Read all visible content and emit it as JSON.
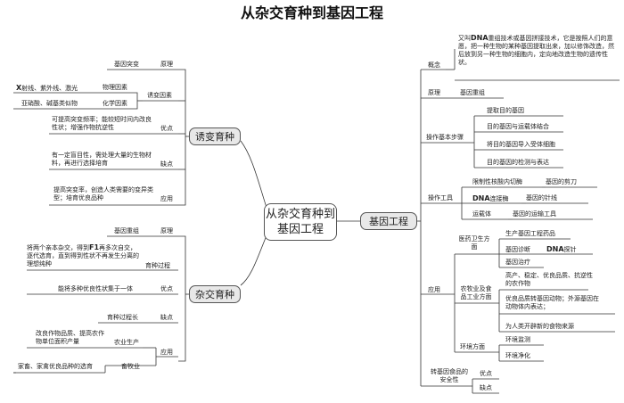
{
  "title": "从杂交育种到基因工程",
  "center": "从杂交育种到基因工程",
  "hubs": {
    "mutation": "诱变育种",
    "cross": "杂交育种",
    "genetic": "基因工程"
  },
  "mutation": {
    "principle": "原理",
    "principle_value": "基因突变",
    "factors_label": "诱变因素",
    "physical_label": "物理因素",
    "physical_value_prefix": "X",
    "physical_value_rest": "射线、紫外线、激光",
    "chemical_label": "化学因素",
    "chemical_value": "亚硝酸、碱基类似物",
    "advantage_label": "优点",
    "advantage_text": "可提高突变频率；能较短时间内改良性状；增强作物抗逆性",
    "disadvantage_label": "缺点",
    "disadvantage_text": "有一定盲目性，需处理大量的生物材料，再进行选择培育",
    "application_label": "应用",
    "application_text": "提高突变率，创造人类需要的变异类型；培育优良品种"
  },
  "cross": {
    "principle_label": "原理",
    "principle_value": "基因重组",
    "process_label": "育种过程",
    "process_text_1": "将两个亲本杂交，得到",
    "process_F1": "F1",
    "process_text_2": "再多次自交，逐代选育，直到得到性状不再发生分离的理想纯种",
    "advantage_label": "优点",
    "advantage_text": "能将多种优良性状集于一体",
    "disadvantage_label": "缺点",
    "disadvantage_value": "育种过程长",
    "application_label": "应用",
    "agri_label": "农业生产",
    "agri_text": "改良作物品质、提高农作物单位面积产量",
    "animal_label": "畜牧业",
    "animal_text": "家畜、家禽优良品种的选育"
  },
  "genetic": {
    "concept_label": "概念",
    "concept_text_1": "又叫",
    "concept_DNA": "DNA",
    "concept_text_2": "重组技术或基因拼接技术，它是按照人们的意愿，把一种生物的某种基因提取出来，加以修饰改造，然后放到另一种生物的细胞内，定向地改造生物的遗传性状。",
    "principle_label": "原理",
    "principle_value": "基因重组",
    "steps_label": "操作基本步骤",
    "steps": [
      "提取目的基因",
      "目的基因与运载体结合",
      "将目的基因导入受体细胞",
      "目的基因的检测与表达"
    ],
    "tools_label": "操作工具",
    "tools": [
      {
        "name": "限制性核酸内切酶",
        "role": "基因的剪刀"
      },
      {
        "name_lat": "DNA",
        "name": "连接酶",
        "role": "基因的针线"
      },
      {
        "name": "运载体",
        "role": "基因的运输工具"
      }
    ],
    "application_label": "应用",
    "medicine_label": "医药卫生方面",
    "medicine_items": [
      "生产基因工程药品",
      "基因诊断",
      "基因治疗"
    ],
    "dna_probe": "DNA",
    "probe_suffix": "探针",
    "agri_label": "农牧业及食品工业方面",
    "agri_items": [
      "高产、稳定、优良品质、抗逆性的农作物",
      "优良品质转基因动物；外源基因在动物体内表达；",
      "为人类开辟新的食物来源"
    ],
    "env_label": "环境方面",
    "env_items": [
      "环境监测",
      "环境净化"
    ],
    "safety_label": "转基因食品的安全性",
    "safety_items": [
      "优点",
      "缺点"
    ]
  }
}
